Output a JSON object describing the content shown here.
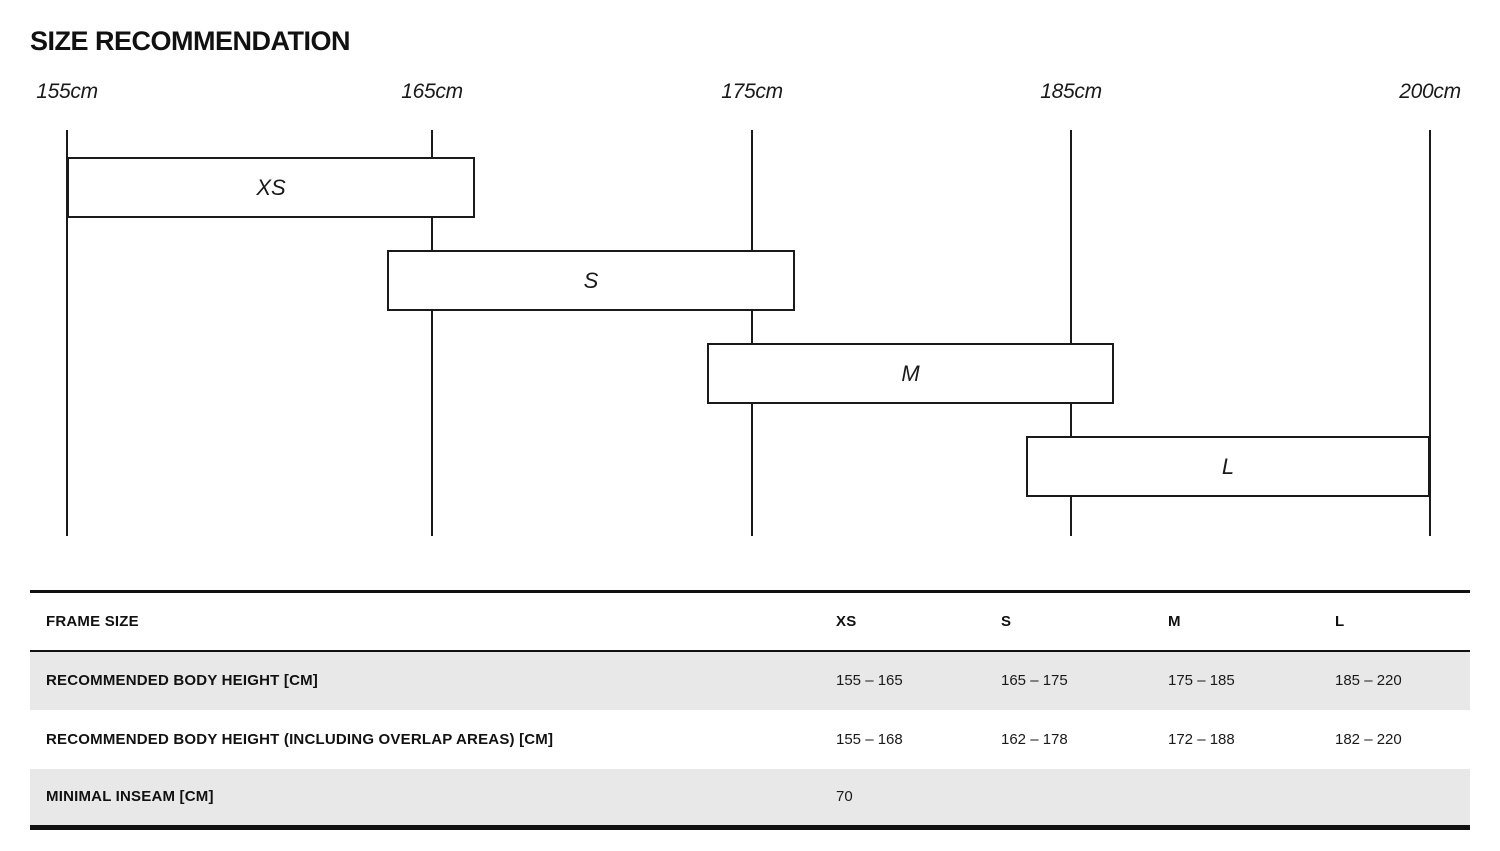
{
  "title": "SIZE RECOMMENDATION",
  "chart_data": {
    "type": "bar",
    "subtype": "horizontal-range-gantt",
    "title": "SIZE RECOMMENDATION",
    "unit": "cm",
    "axis": {
      "ticks": [
        155,
        165,
        175,
        185,
        200
      ],
      "tick_labels": [
        "155cm",
        "165cm",
        "175cm",
        "185cm",
        "200cm"
      ],
      "orientation": "vertical-gridlines",
      "range": [
        155,
        200
      ]
    },
    "bars": [
      {
        "label": "XS",
        "recommended_body_height_cm": [
          155,
          165
        ],
        "including_overlap_cm": [
          155,
          168
        ]
      },
      {
        "label": "S",
        "recommended_body_height_cm": [
          165,
          175
        ],
        "including_overlap_cm": [
          162,
          178
        ]
      },
      {
        "label": "M",
        "recommended_body_height_cm": [
          175,
          185
        ],
        "including_overlap_cm": [
          172,
          188
        ]
      },
      {
        "label": "L",
        "recommended_body_height_cm": [
          185,
          220
        ],
        "including_overlap_cm": [
          182,
          220
        ]
      }
    ]
  },
  "table": {
    "columns": [
      "FRAME SIZE",
      "XS",
      "S",
      "M",
      "L"
    ],
    "rows": [
      {
        "label": "RECOMMENDED BODY HEIGHT [CM]",
        "values": [
          "155 – 165",
          "165 – 175",
          "175 – 185",
          "185 – 220"
        ]
      },
      {
        "label": "RECOMMENDED BODY HEIGHT (INCLUDING OVERLAP AREAS) [CM]",
        "values": [
          "155 – 168",
          "162 – 178",
          "172 – 188",
          "182 – 220"
        ]
      },
      {
        "label": "MINIMAL INSEAM [CM]",
        "values": [
          "70",
          "",
          "",
          ""
        ]
      }
    ]
  },
  "colors": {
    "text": "#111111",
    "line": "#1a1a1a",
    "stripe": "#e8e8e8",
    "background": "#ffffff"
  }
}
